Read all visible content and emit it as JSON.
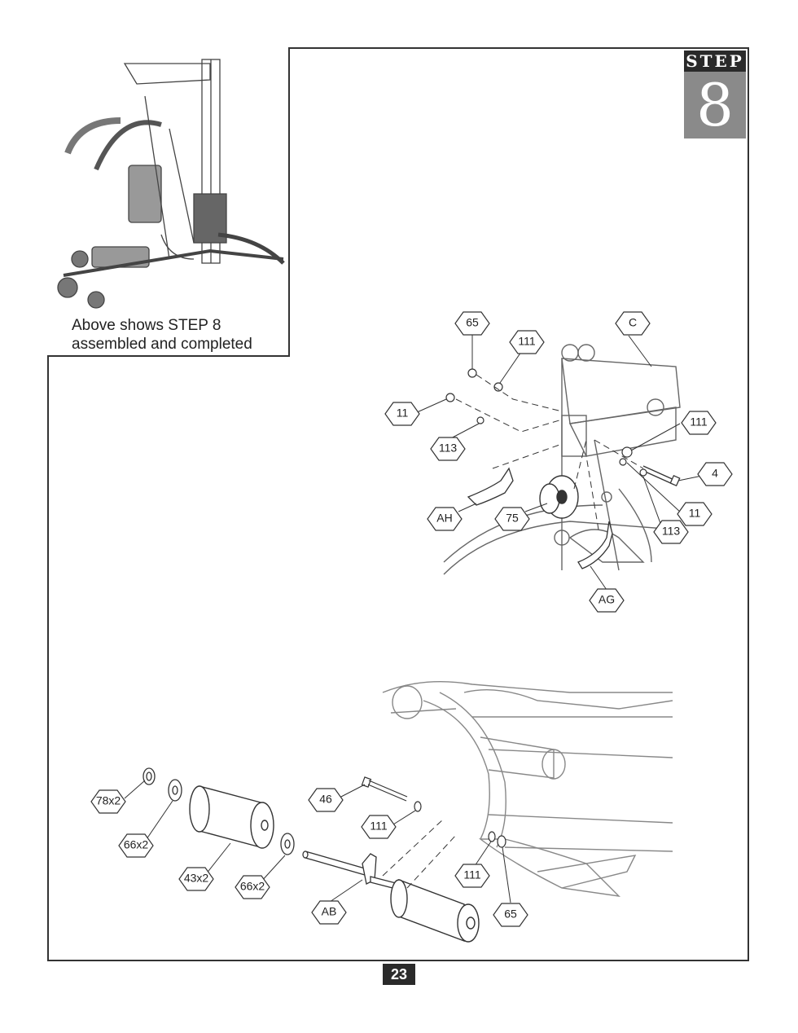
{
  "step": {
    "label": "STEP",
    "number": "8"
  },
  "inset": {
    "caption_line1": "Above shows STEP 8",
    "caption_line2": "assembled and completed"
  },
  "page_number": "23",
  "callouts_upper": {
    "c65": "65",
    "c111a": "111",
    "cC": "C",
    "c11a": "11",
    "c113a": "113",
    "c111b": "111",
    "c4": "4",
    "cAH": "AH",
    "c75": "75",
    "c11b": "11",
    "c113b": "113",
    "cAG": "AG"
  },
  "callouts_lower": {
    "c78x2": "78x2",
    "c66x2a": "66x2",
    "c43x2": "43x2",
    "c66x2b": "66x2",
    "c46": "46",
    "c111a": "111",
    "cAB": "AB",
    "c111b": "111",
    "c65": "65"
  }
}
